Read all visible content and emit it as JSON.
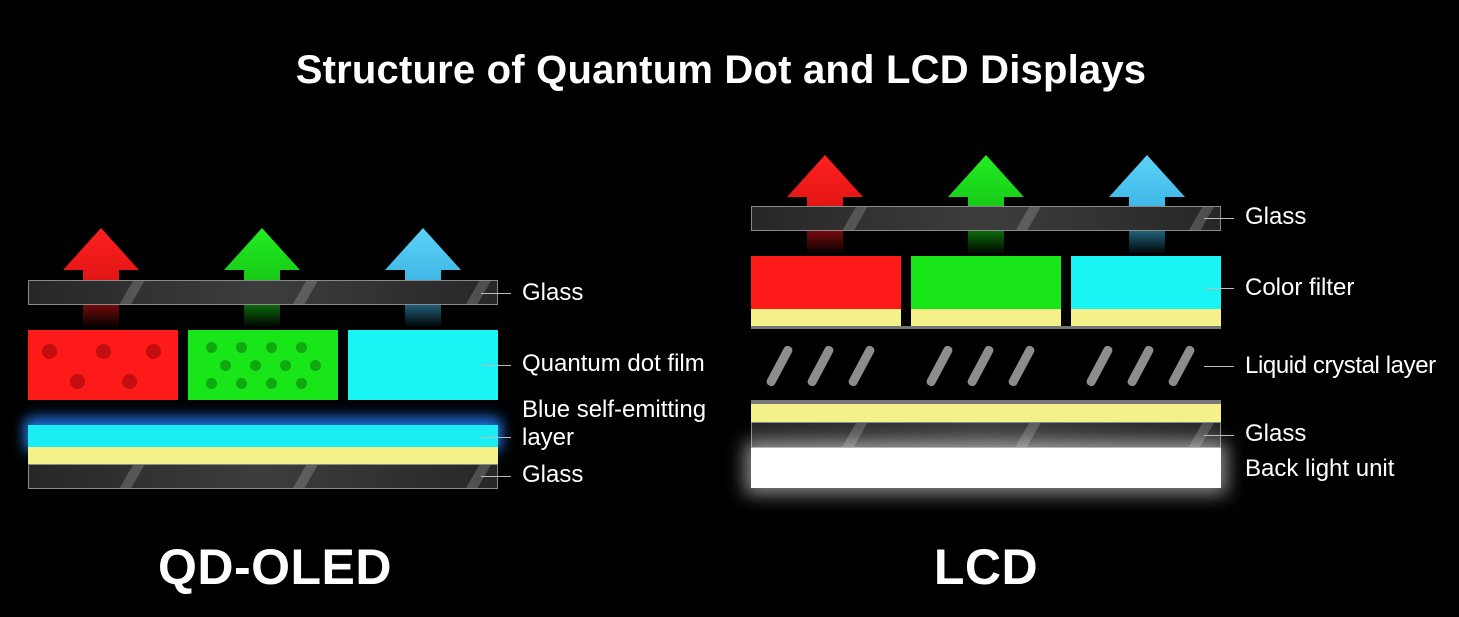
{
  "title": "Structure of Quantum Dot and LCD Displays",
  "qdoled": {
    "name": "QD-OLED",
    "labels": {
      "glass_top": "Glass",
      "qd_film": "Quantum dot film",
      "blue_layer": "Blue self-emitting layer",
      "glass_bottom": "Glass"
    }
  },
  "lcd": {
    "name": "LCD",
    "labels": {
      "glass_top": "Glass",
      "color_filter": "Color filter",
      "liquid_crystal": "Liquid crystal layer",
      "glass_bottom": "Glass",
      "backlight": "Back light unit"
    }
  },
  "colors": {
    "red": "#ff1a1a",
    "green": "#19e619",
    "cyan": "#19f5f5",
    "yellow": "#f4f08a",
    "light_blue": "#4fc8f0",
    "background": "#000000"
  }
}
